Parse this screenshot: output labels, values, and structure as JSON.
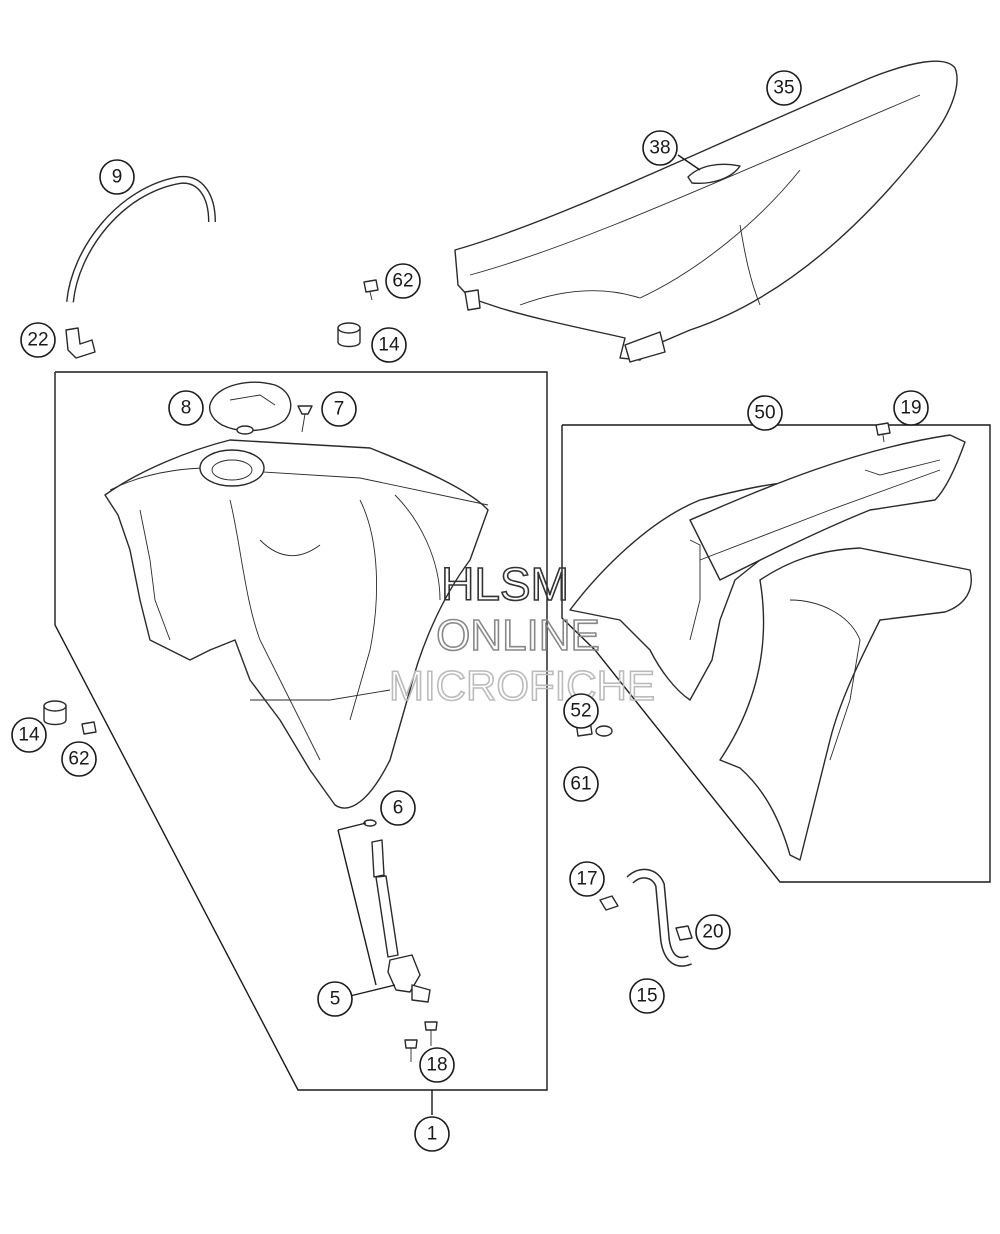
{
  "watermark": {
    "line1": "HLSM",
    "line2": "ONLINE",
    "line3": "MICROFICHE"
  },
  "callouts": {
    "c35": "35",
    "c38": "38",
    "c9": "9",
    "c62a": "62",
    "c22": "22",
    "c14a": "14",
    "c8": "8",
    "c7": "7",
    "c50": "50",
    "c19": "19",
    "c14b": "14",
    "c62b": "62",
    "c52": "52",
    "c61": "61",
    "c6": "6",
    "c17": "17",
    "c20": "20",
    "c15": "15",
    "c5": "5",
    "c18": "18",
    "c1": "1"
  }
}
